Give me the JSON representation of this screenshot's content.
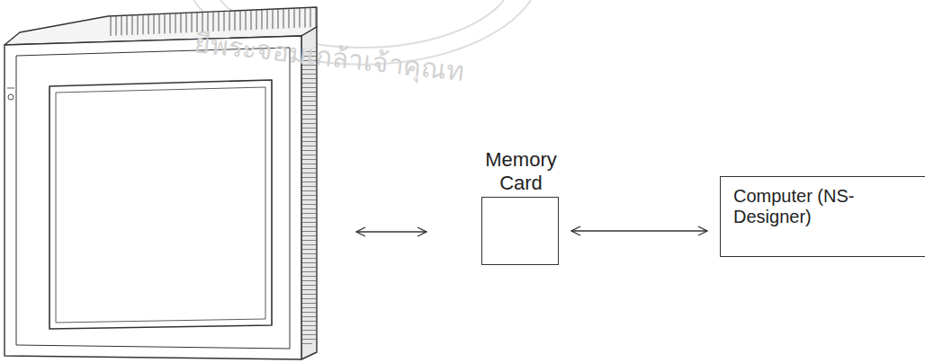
{
  "diagram": {
    "nodes": [
      {
        "text": [
          "Memory Card"
        ]
      },
      {
        "text": [
          "Computer (NS-Designer)"
        ]
      }
    ],
    "edges": [
      {
        "from": 0,
        "to": 1,
        "arrow": "both"
      }
    ],
    "labels": [
      "ยีพระจอมเกล้าเจ้าคุณท"
    ]
  }
}
